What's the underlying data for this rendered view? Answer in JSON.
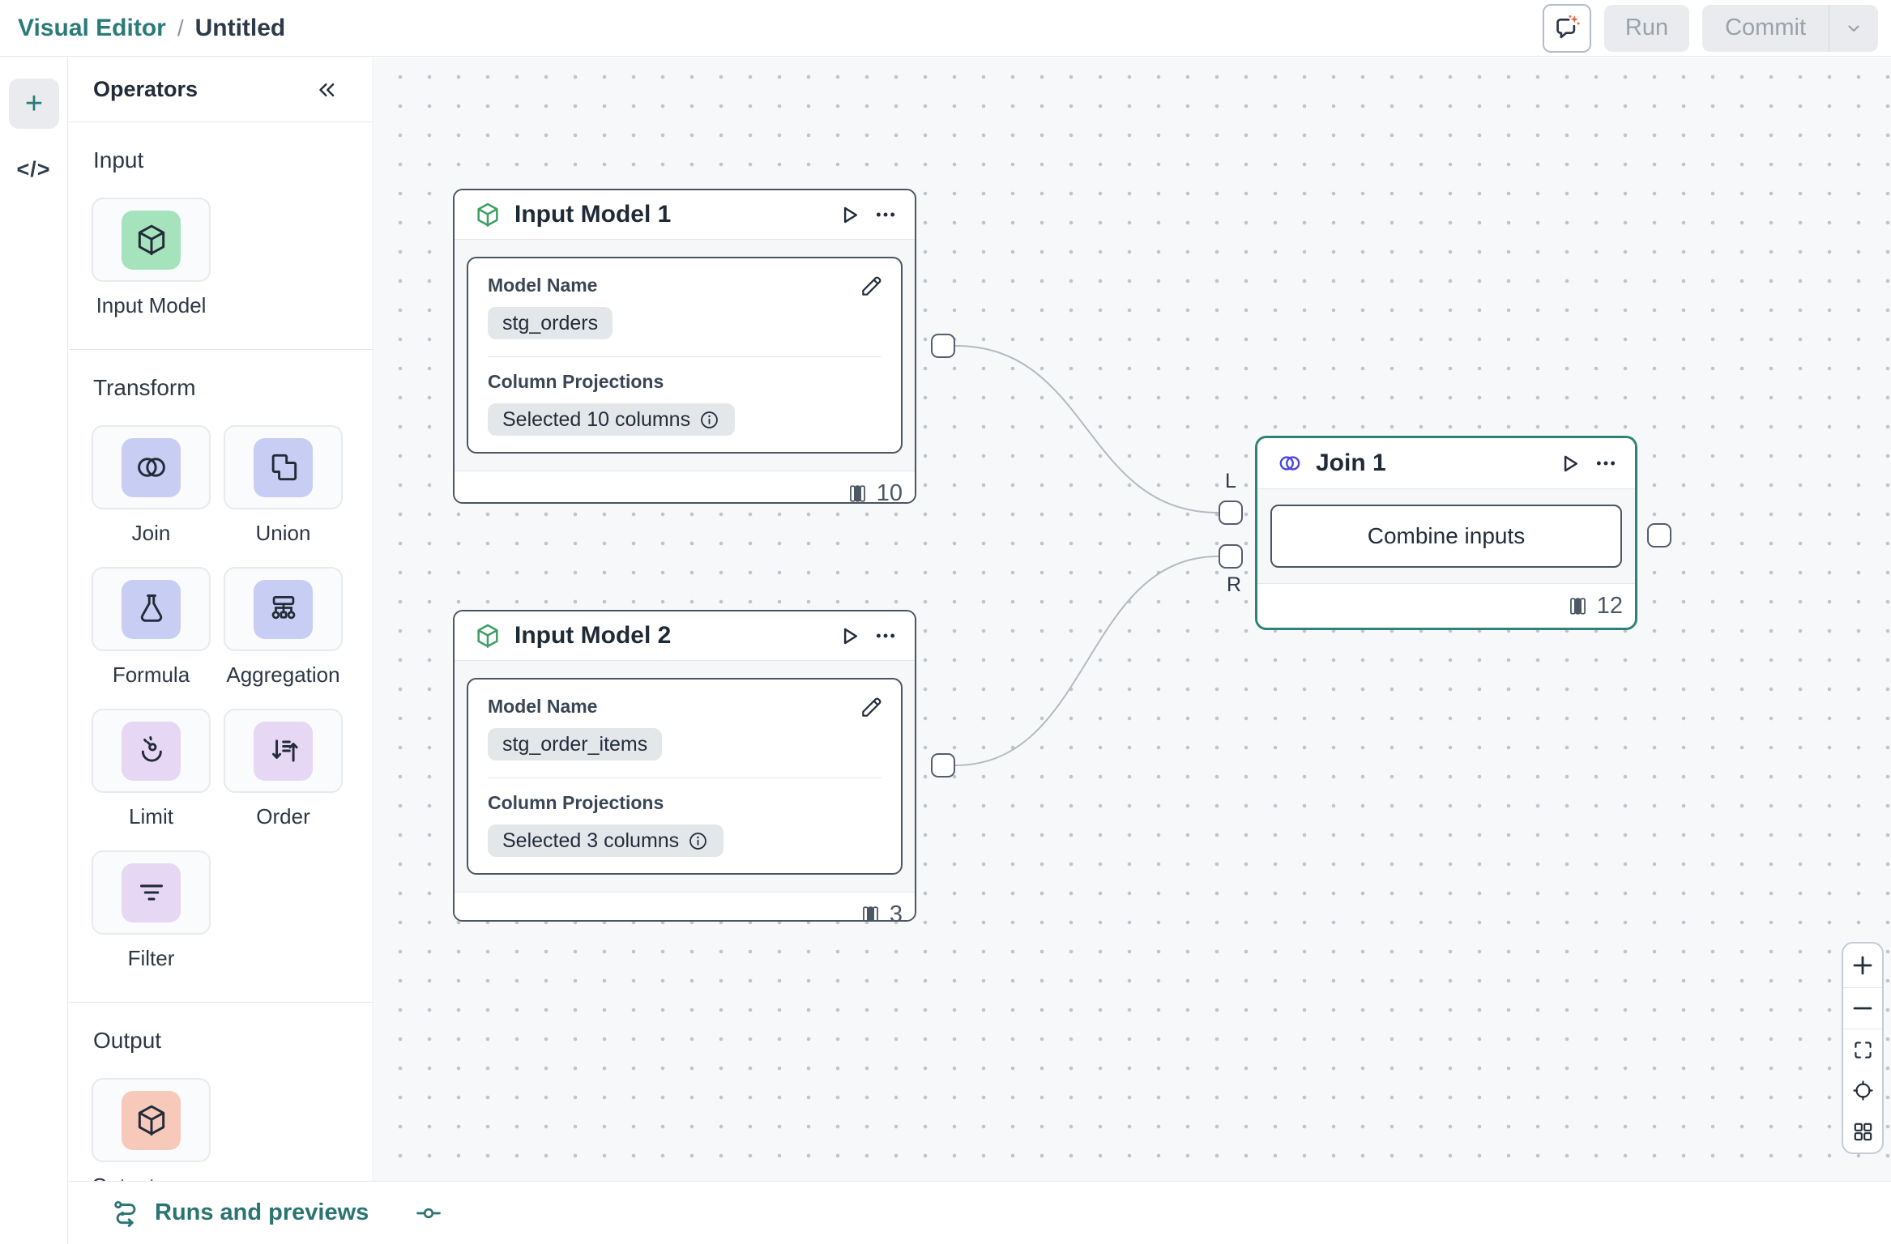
{
  "header": {
    "breadcrumb": {
      "app": "Visual Editor",
      "separator": "/",
      "doc": "Untitled"
    },
    "ai_button": {
      "icon": "chat-sparkles-icon"
    },
    "run_label": "Run",
    "commit_label": "Commit"
  },
  "toolrail": {
    "plus_label": "+",
    "code_label": "</>"
  },
  "operators": {
    "title": "Operators",
    "sections": [
      {
        "label": "Input",
        "items": [
          {
            "label": "Input Model",
            "icon": "cube-icon",
            "tint": "#a5e3bd"
          }
        ]
      },
      {
        "label": "Transform",
        "items": [
          {
            "label": "Join",
            "icon": "join-circles-icon",
            "tint": "#c8cef3"
          },
          {
            "label": "Union",
            "icon": "union-shape-icon",
            "tint": "#c8cef3"
          },
          {
            "label": "Formula",
            "icon": "flask-icon",
            "tint": "#c8cef3"
          },
          {
            "label": "Aggregation",
            "icon": "aggregation-tree-icon",
            "tint": "#c8cef3"
          },
          {
            "label": "Limit",
            "icon": "gauge-icon",
            "tint": "#e6d8f5"
          },
          {
            "label": "Order",
            "icon": "sort-arrows-icon",
            "tint": "#e6d8f5"
          },
          {
            "label": "Filter",
            "icon": "filter-lines-icon",
            "tint": "#e6d8f5"
          }
        ]
      },
      {
        "label": "Output",
        "items": [
          {
            "label": "Output Model",
            "icon": "cube-icon",
            "tint": "#f6c9ba"
          }
        ]
      }
    ]
  },
  "canvas": {
    "nodes": [
      {
        "title": "Input Model 1",
        "type": "input-model",
        "model_name_label": "Model Name",
        "model_name": "stg_orders",
        "projections_label": "Column Projections",
        "projections": "Selected 10 columns",
        "column_count": "10"
      },
      {
        "title": "Input Model 2",
        "type": "input-model",
        "model_name_label": "Model Name",
        "model_name": "stg_order_items",
        "projections_label": "Column Projections",
        "projections": "Selected 3 columns",
        "column_count": "3"
      },
      {
        "title": "Join 1",
        "type": "join",
        "body_button_label": "Combine inputs",
        "left_port_label": "L",
        "right_port_label": "R",
        "column_count": "12"
      }
    ]
  },
  "footer": {
    "runs_label": "Runs and previews"
  },
  "colors": {
    "brand_teal": "#2a7b78",
    "join_selected_border": "#2e8276",
    "input_icon_green": "#3f9e63",
    "join_icon_indigo": "#4a46e0",
    "sparkle_orange": "#e8663c",
    "canvas_bg": "#f7f8f9",
    "node_border": "#4a5462",
    "pill_bg": "#e4e7ea",
    "disabled_button_bg": "#e9ebee",
    "disabled_button_text": "#9aa1ab"
  }
}
